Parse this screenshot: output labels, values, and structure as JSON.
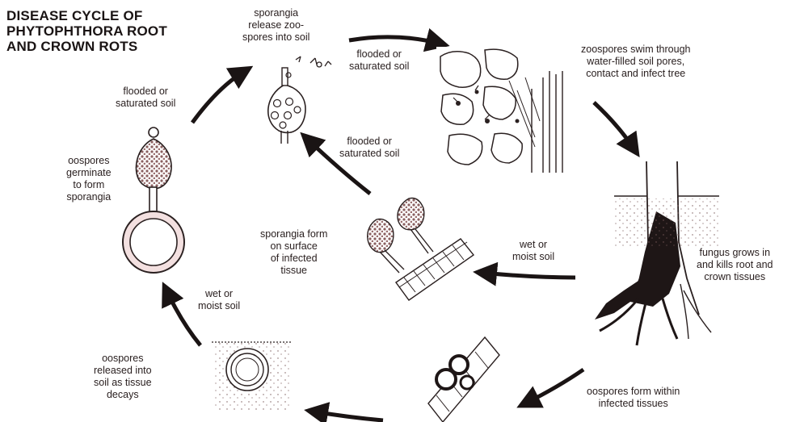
{
  "diagram": {
    "title_lines": [
      "DISEASE CYCLE OF",
      "PHYTOPHTHORA ROOT",
      "AND CROWN ROTS"
    ],
    "stages": {
      "sporangia_release": [
        "sporangia",
        "release zoo-",
        "spores into soil"
      ],
      "zoospores_infect": [
        "zoospores swim through",
        "water-filled soil pores,",
        "contact and infect tree"
      ],
      "fungus_kills": [
        "fungus grows in",
        "and kills root and",
        "crown tissues"
      ],
      "oospores_form": [
        "oospores form within",
        "infected tissues"
      ],
      "oospores_released": [
        "oospores",
        "released into",
        "soil as tissue",
        "decays"
      ],
      "oospores_germinate": [
        "oospores",
        "germinate",
        "to form",
        "sporangia"
      ],
      "sporangia_form": [
        "sporangia form",
        "on surface",
        "of infected",
        "tissue"
      ]
    },
    "conditions": {
      "top": [
        "flooded or",
        "saturated soil"
      ],
      "top_left": [
        "flooded or",
        "saturated soil"
      ],
      "inner": [
        "flooded or",
        "saturated soil"
      ],
      "right_inner": [
        "wet or",
        "moist soil"
      ],
      "bottom_left": [
        "wet or",
        "moist soil"
      ]
    },
    "colors": {
      "ink": "#2a2020",
      "arrow": "#1a1414",
      "stipple": "#8a6060",
      "tissue": "#1e1616"
    }
  }
}
